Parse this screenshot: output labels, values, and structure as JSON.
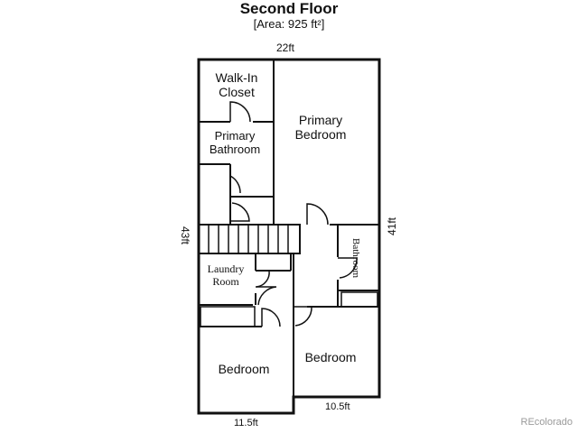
{
  "header": {
    "title": "Second Floor",
    "area": "[Area: 925 ft²]"
  },
  "dimensions": {
    "top": "22ft",
    "left": "43ft",
    "right": "41ft",
    "bottom_left": "11.5ft",
    "bottom_right": "10.5ft"
  },
  "rooms": {
    "walk_in_closet": [
      "Walk-In",
      "Closet"
    ],
    "primary_bedroom": [
      "Primary",
      "Bedroom"
    ],
    "primary_bathroom": [
      "Primary",
      "Bathroom"
    ],
    "bathroom": "Bathroom",
    "laundry_room": [
      "Laundry",
      "Room"
    ],
    "bedroom_left": "Bedroom",
    "bedroom_right": "Bedroom"
  },
  "credit": "REcolorado"
}
